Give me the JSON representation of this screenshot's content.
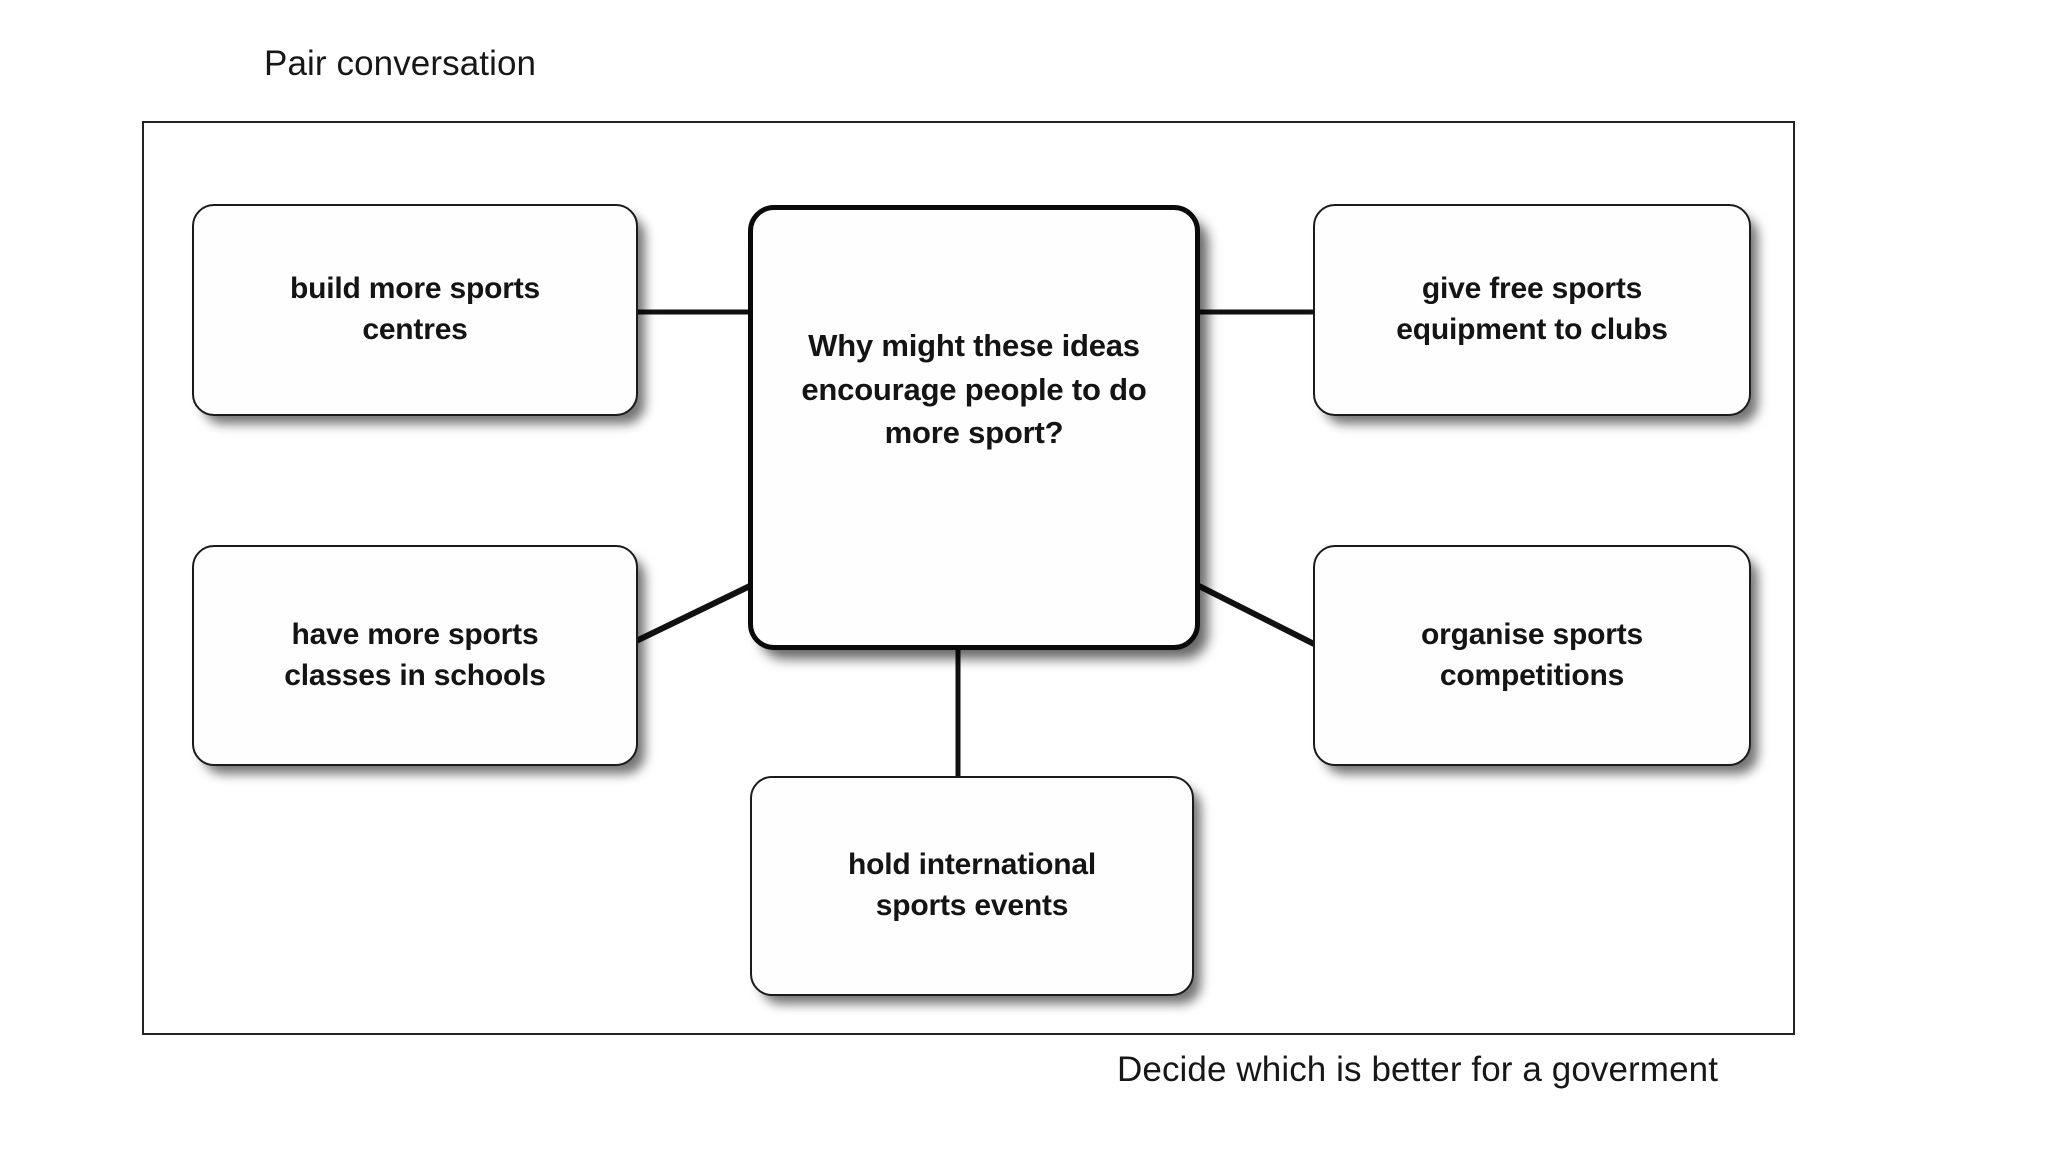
{
  "page": {
    "title_caption": "Pair conversation",
    "footer_caption": "Decide which is better for a goverment",
    "background_color": "#ffffff",
    "frame_border_color": "#222222",
    "node_border_color": "#1b1b1b",
    "node_fill_color": "#fefefe",
    "text_color": "#141414",
    "connector_color": "#111111"
  },
  "diagram": {
    "type": "mind-map",
    "central_node": {
      "id": "central",
      "label": "Why might these ideas encourage people to do more sport?",
      "label_lines": "Why might these ideas\nencourage people to do\nmore sport?"
    },
    "nodes": [
      {
        "id": "build-centres",
        "label": "build more sports centres",
        "label_lines": "build more sports\ncentres",
        "position": "top-left",
        "connector": "horizontal"
      },
      {
        "id": "free-equipment",
        "label": "give free sports equipment to clubs",
        "label_lines": "give free sports\nequipment to clubs",
        "position": "top-right",
        "connector": "horizontal"
      },
      {
        "id": "school-classes",
        "label": "have more sports classes in schools",
        "label_lines": "have more sports\nclasses in schools",
        "position": "middle-left",
        "connector": "diagonal"
      },
      {
        "id": "competitions",
        "label": "organise sports competitions",
        "label_lines": "organise sports\ncompetitions",
        "position": "middle-right",
        "connector": "diagonal"
      },
      {
        "id": "intl-events",
        "label": "hold international sports events",
        "label_lines": "hold international\nsports events",
        "position": "bottom-center",
        "connector": "vertical"
      }
    ],
    "connections": [
      {
        "from": "build-centres",
        "to": "central",
        "style": "straight"
      },
      {
        "from": "central",
        "to": "free-equipment",
        "style": "straight"
      },
      {
        "from": "school-classes",
        "to": "central",
        "style": "straight"
      },
      {
        "from": "central",
        "to": "competitions",
        "style": "straight"
      },
      {
        "from": "central",
        "to": "intl-events",
        "style": "straight"
      }
    ]
  }
}
